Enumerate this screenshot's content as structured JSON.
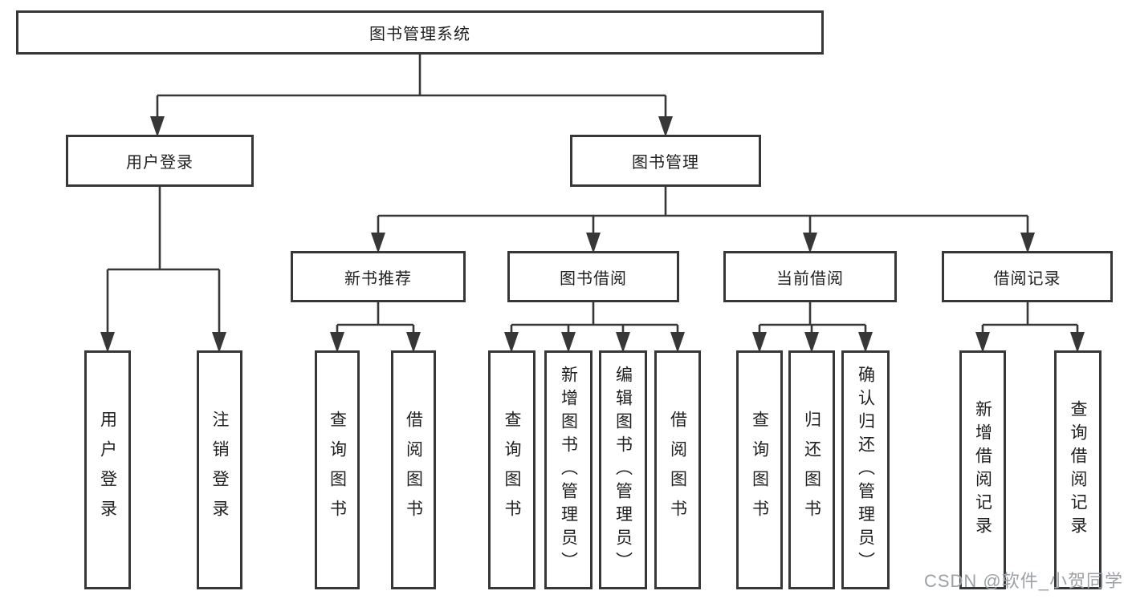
{
  "colors": {
    "line": "#373737",
    "box_border": "#373737",
    "text": "#1f1f1f",
    "background": "#ffffff",
    "watermark": "#9ba1a6"
  },
  "watermark": "CSDN @软件_小贺同学",
  "tree": {
    "label": "图书管理系统",
    "children": [
      {
        "label": "用户登录",
        "children": [
          {
            "label": "用户登录"
          },
          {
            "label": "注销登录"
          }
        ]
      },
      {
        "label": "图书管理",
        "children": [
          {
            "label": "新书推荐",
            "children": [
              {
                "label": "查询图书"
              },
              {
                "label": "借阅图书"
              }
            ]
          },
          {
            "label": "图书借阅",
            "children": [
              {
                "label": "查询图书"
              },
              {
                "label": "新增图书（管理员）"
              },
              {
                "label": "编辑图书（管理员）"
              },
              {
                "label": "借阅图书"
              }
            ]
          },
          {
            "label": "当前借阅",
            "children": [
              {
                "label": "查询图书"
              },
              {
                "label": "归还图书"
              },
              {
                "label": "确认归还（管理员）"
              }
            ]
          },
          {
            "label": "借阅记录",
            "children": [
              {
                "label": "新增借阅记录"
              },
              {
                "label": "查询借阅记录"
              }
            ]
          }
        ]
      }
    ]
  }
}
